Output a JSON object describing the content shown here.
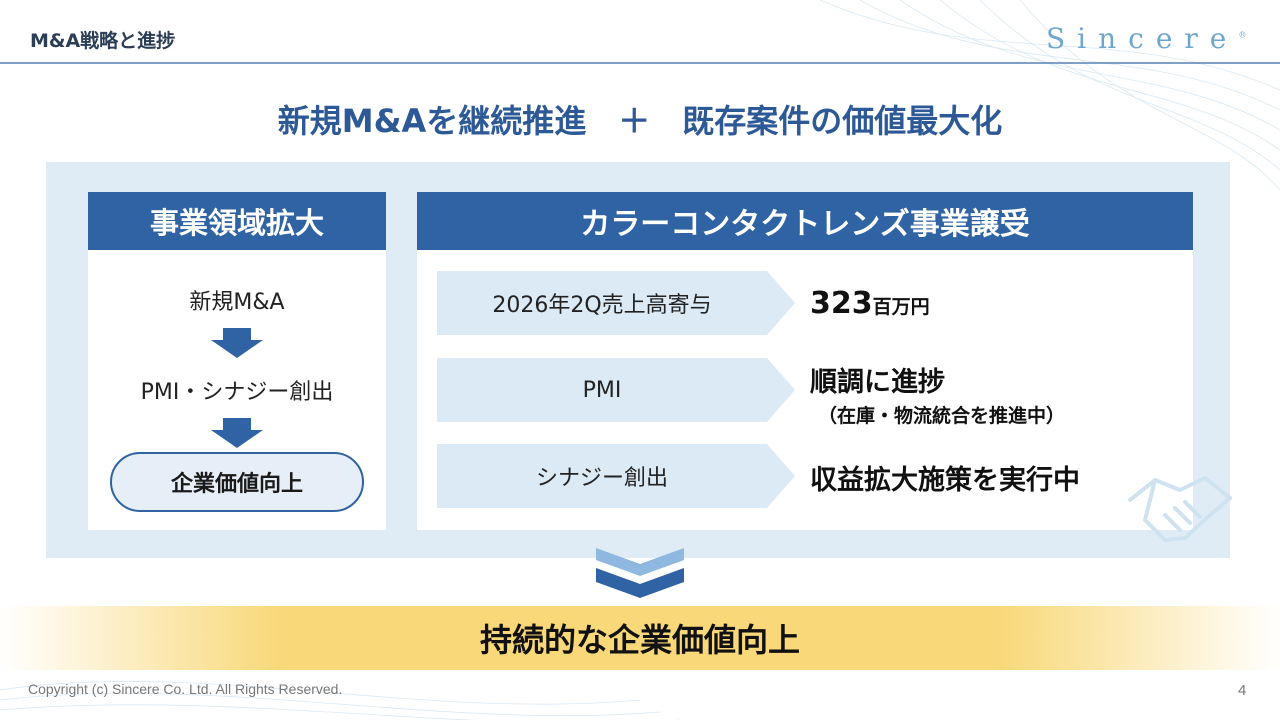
{
  "header": {
    "title": "M&A戦略と進捗",
    "logo_text": "Sincere",
    "logo_mark": "®"
  },
  "headline": "新規M&Aを継続推進　＋　既存案件の価値最大化",
  "left_card": {
    "title": "事業領域拡大",
    "steps": [
      "新規M&A",
      "PMI・シナジー創出"
    ],
    "goal": "企業価値向上"
  },
  "right_card": {
    "title": "カラーコンタクトレンズ事業譲受",
    "rows": [
      {
        "label": "2026年2Q売上高寄与",
        "result_main": "323",
        "result_unit": "百万円",
        "result_sub": ""
      },
      {
        "label": "PMI",
        "result_main": "順調に進捗",
        "result_unit": "",
        "result_sub": "（在庫・物流統合を推進中）"
      },
      {
        "label": "シナジー創出",
        "result_main": "収益拡大施策を実行中",
        "result_unit": "",
        "result_sub": ""
      }
    ]
  },
  "conclusion": "持続的な企業価値向上",
  "footer": {
    "copyright": "Copyright (c) Sincere Co. Ltd. All Rights Reserved.",
    "page_number": "4"
  },
  "colors": {
    "primary": "#2f63a3",
    "headline": "#2d5a96",
    "panel_bg": "#dfecf5",
    "chevron_bg": "#dceaf5",
    "band": "#f8d878"
  }
}
